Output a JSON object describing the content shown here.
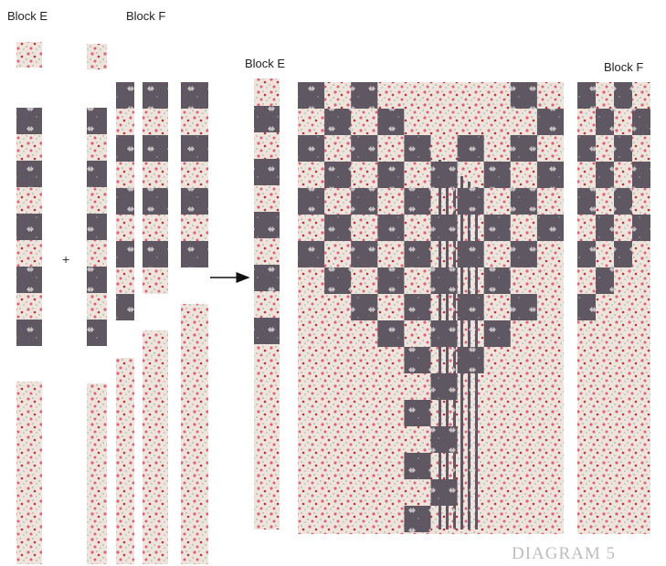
{
  "labels": {
    "block_e_left": "Block E",
    "block_f_left": "Block F",
    "block_e_mid": "Block E",
    "block_f_right": "Block F",
    "plus": "+",
    "diagram_title": "DIAGRAM 5"
  },
  "colors": {
    "floral_base": "#efe4dc",
    "floral_pink": "#d9627a",
    "floral_red": "#b8323e",
    "floral_green": "#8fa58a",
    "floral_teal": "#9cc4c4",
    "butterfly_dark": "#5f5862",
    "butterfly_light": "#e9e4e2",
    "arrow": "#111111"
  },
  "patterns": {
    "fabric_names": [
      "floral-fabric",
      "butterfly-fabric"
    ]
  }
}
